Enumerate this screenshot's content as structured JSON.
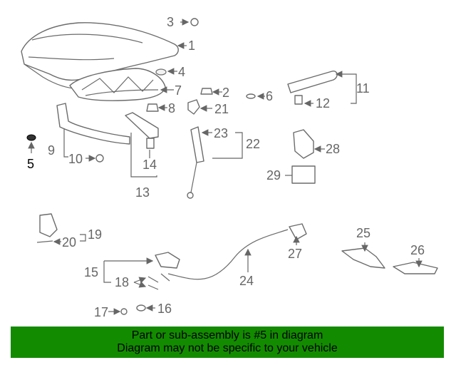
{
  "callouts": {
    "c1": "1",
    "c2": "2",
    "c3": "3",
    "c4": "4",
    "c5": "5",
    "c6": "6",
    "c7": "7",
    "c8": "8",
    "c9": "9",
    "c10": "10",
    "c11": "11",
    "c12": "12",
    "c13": "13",
    "c14": "14",
    "c15": "15",
    "c16": "16",
    "c17": "17",
    "c18": "18",
    "c19": "19",
    "c20": "20",
    "c21": "21",
    "c22": "22",
    "c23": "23",
    "c24": "24",
    "c25": "25",
    "c26": "26",
    "c27": "27",
    "c28": "28",
    "c29": "29"
  },
  "highlight_part": "5",
  "banner": {
    "line1": "Part or sub-assembly is #5 in diagram",
    "line2": "Diagram may not be specific to your vehicle",
    "color": "#138b00"
  }
}
